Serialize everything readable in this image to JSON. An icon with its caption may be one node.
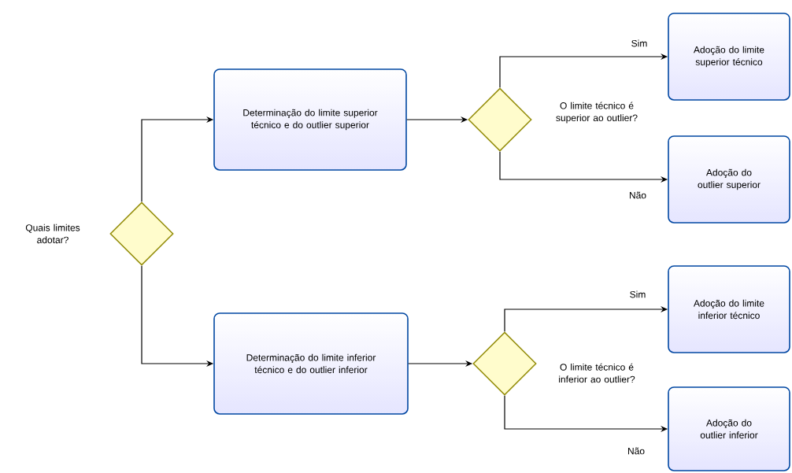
{
  "diagram": {
    "nodes": [
      {
        "text": [
          "Quais limites adotar?"
        ]
      },
      {
        "text": [
          "Determinação do limite superior técnico e do outlier superior"
        ]
      },
      {
        "text": [
          "O limite técnico é superior ao outlier?"
        ]
      },
      {
        "text": [
          "Adoção do limite superior técnico"
        ]
      },
      {
        "text": [
          "Adoção do outlier superior"
        ]
      },
      {
        "text": [
          "Determinação do limite inferior técnico e do outlier inferior"
        ]
      },
      {
        "text": [
          "O limite técnico é inferior ao outlier?"
        ]
      },
      {
        "text": [
          "Adoção do limite inferior técnico"
        ]
      },
      {
        "text": [
          "Adoção do outlier inferior"
        ]
      }
    ],
    "edges": [
      {
        "from": 0,
        "to": 1,
        "arrow": "to"
      },
      {
        "from": 1,
        "to": 2,
        "arrow": "to"
      },
      {
        "from": 2,
        "to": 3,
        "arrow": "to",
        "label": "Sim"
      },
      {
        "from": 2,
        "to": 4,
        "arrow": "to",
        "label": "Não"
      },
      {
        "from": 0,
        "to": 5,
        "arrow": "to"
      },
      {
        "from": 5,
        "to": 6,
        "arrow": "to"
      },
      {
        "from": 6,
        "to": 7,
        "arrow": "to",
        "label": "Sim"
      },
      {
        "from": 6,
        "to": 8,
        "arrow": "to",
        "label": "Não"
      }
    ]
  }
}
